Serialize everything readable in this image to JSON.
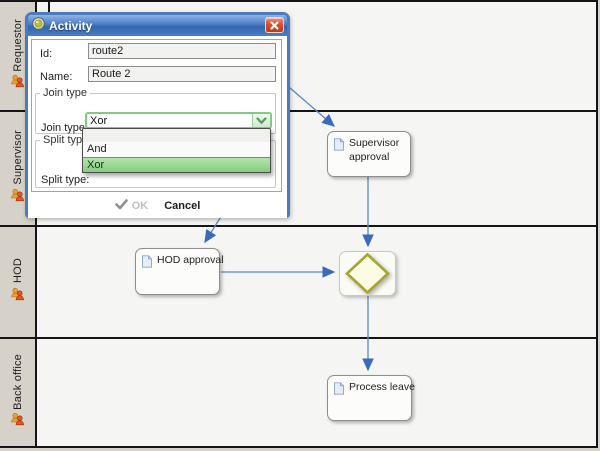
{
  "dialog": {
    "title": "Activity",
    "fields": [
      {
        "label": "Id:",
        "value": "route2"
      },
      {
        "label": "Name:",
        "value": "Route 2"
      }
    ],
    "join_group": {
      "legend": "Join type",
      "label": "Join type:",
      "value": "Xor"
    },
    "split_group": {
      "legend": "Split type",
      "label": "Split type:"
    },
    "dropdown_options": [
      "",
      "And",
      "Xor"
    ],
    "dropdown_selected": "Xor",
    "ok_label": "OK",
    "cancel_label": "Cancel"
  },
  "lanes": [
    {
      "label": "Requestor"
    },
    {
      "label": "Supervisor"
    },
    {
      "label": "HOD"
    },
    {
      "label": "Back office"
    }
  ],
  "nodes": {
    "supervisor": {
      "label": "Supervisor approval"
    },
    "hod": {
      "label": "HOD approval"
    },
    "process": {
      "label": "Process leave"
    },
    "gateway": {
      "type": "xor-gateway"
    }
  },
  "colors": {
    "titlebar_blue": "#3d6fb6",
    "connector_blue": "#5b87c6",
    "arrowhead_blue": "#3a6ab8",
    "dropdown_highlight": "#86cc80",
    "combo_border_green": "#84c884",
    "gateway_fill": "#fbfbe6",
    "gateway_border": "#a8a42c",
    "lane_header_bg": "#d6d2ca",
    "canvas_bg": "#f5f5f4"
  }
}
